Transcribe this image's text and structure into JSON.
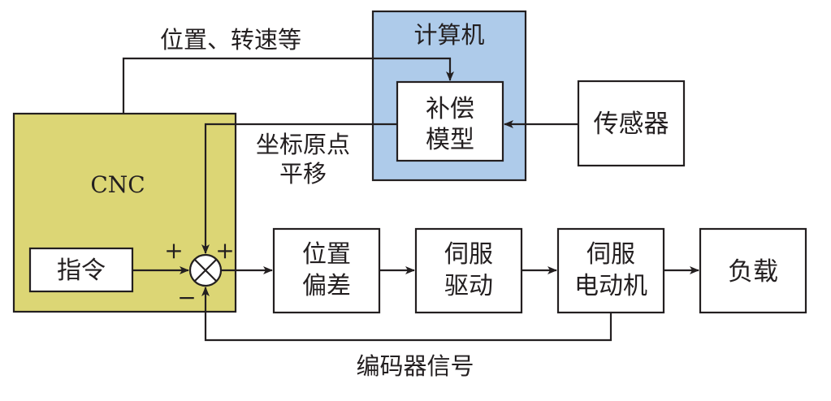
{
  "colors": {
    "cnc_fill": "#dcd675",
    "computer_fill": "#aecbea",
    "line": "#231f20"
  },
  "blocks": {
    "cnc": "CNC",
    "computer": "计算机",
    "compensation_line1": "补偿",
    "compensation_line2": "模型",
    "sensor": "传感器",
    "command": "指令",
    "position_error_line1": "位置",
    "position_error_line2": "偏差",
    "servo_drive_line1": "伺服",
    "servo_drive_line2": "驱动",
    "servo_motor_line1": "伺服",
    "servo_motor_line2": "电动机",
    "load": "负载"
  },
  "signals": {
    "position_speed": "位置、转速等",
    "origin_shift_line1": "坐标原点",
    "origin_shift_line2": "平移",
    "encoder_signal": "编码器信号"
  },
  "summing_junction": {
    "plus_left": "+",
    "plus_right": "+",
    "minus": "−"
  }
}
